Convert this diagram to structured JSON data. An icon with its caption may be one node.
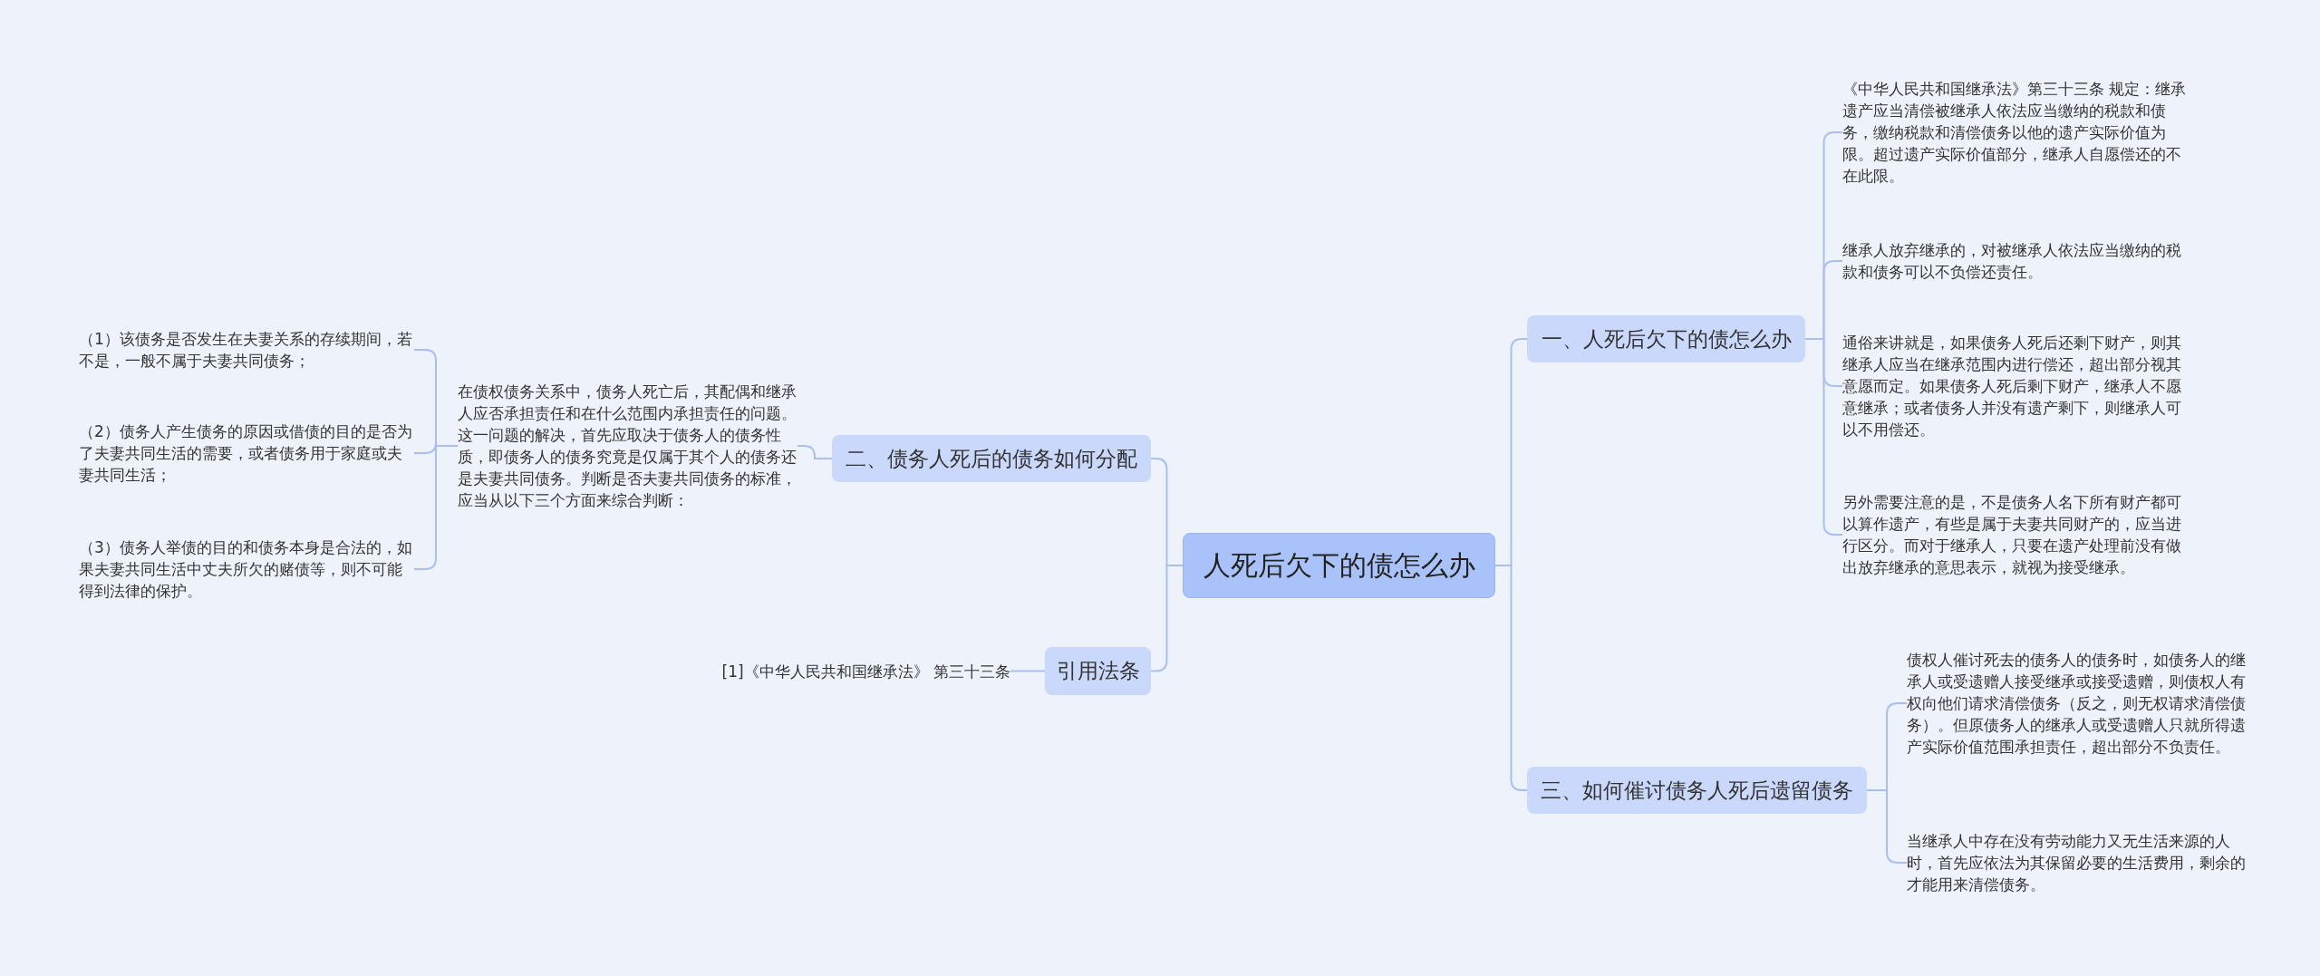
{
  "diagram": {
    "nodes": [
      {
        "text": [
          "人死后欠下的债怎么办"
        ]
      },
      {
        "text": [
          "一、人死后欠下的债怎么办"
        ]
      },
      {
        "text": [
          "《中华人民共和国继承法》第三十三条 规定：继承遗产应当清偿被继承人依法应当缴纳的税款和债务，缴纳税款和清偿债务以他的遗产实际价值为限。超过遗产实际价值部分，继承人自愿偿还的不在此限。"
        ]
      },
      {
        "text": [
          "继承人放弃继承的，对被继承人依法应当缴纳的税款和债务可以不负偿还责任。"
        ]
      },
      {
        "text": [
          "通俗来讲就是，如果债务人死后还剩下财产，则其继承人应当在继承范围内进行偿还，超出部分视其意愿而定。如果债务人死后剩下财产，继承人不愿意继承；或者债务人并没有遗产剩下，则继承人可以不用偿还。"
        ]
      },
      {
        "text": [
          "另外需要注意的是，不是债务人名下所有财产都可以算作遗产，有些是属于夫妻共同财产的，应当进行区分。而对于继承人，只要在遗产处理前没有做出放弃继承的意思表示，就视为接受继承。"
        ]
      },
      {
        "text": [
          "三、如何催讨债务人死后遗留债务"
        ]
      },
      {
        "text": [
          "债权人催讨死去的债务人的债务时，如债务人的继承人或受遗赠人接受继承或接受遗赠，则债权人有权向他们请求清偿债务（反之，则无权请求清偿债务）。但原债务人的继承人或受遗赠人只就所得遗产实际价值范围承担责任，超出部分不负责任。"
        ]
      },
      {
        "text": [
          "当继承人中存在没有劳动能力又无生活来源的人时，首先应依法为其保留必要的生活费用，剩余的才能用来清偿债务。"
        ]
      },
      {
        "text": [
          "二、债务人死后的债务如何分配"
        ]
      },
      {
        "text": [
          "在债权债务关系中，债务人死亡后，其配偶和继承人应否承担责任和在什么范围内承担责任的问题。这一问题的解决，首先应取决于债务人的债务性质，即债务人的债务究竟是仅属于其个人的债务还是夫妻共同债务。判断是否夫妻共同债务的标准，应当从以下三个方面来综合判断："
        ]
      },
      {
        "text": [
          "（1）该债务是否发生在夫妻关系的存续期间，若不是，一般不属于夫妻共同债务；"
        ]
      },
      {
        "text": [
          "（2）债务人产生债务的原因或借债的目的是否为了夫妻共同生活的需要，或者债务用于家庭或夫妻共同生活；"
        ]
      },
      {
        "text": [
          "（3）债务人举债的目的和债务本身是合法的，如果夫妻共同生活中丈夫所欠的赌债等，则不可能得到法律的保护。"
        ]
      },
      {
        "text": [
          "引用法条"
        ]
      },
      {
        "text": [
          "[1]《中华人民共和国继承法》 第三十三条"
        ]
      }
    ],
    "edges": [
      {
        "from": 0,
        "to": 1,
        "arrow": "none"
      },
      {
        "from": 1,
        "to": 2,
        "arrow": "none"
      },
      {
        "from": 1,
        "to": 3,
        "arrow": "none"
      },
      {
        "from": 1,
        "to": 4,
        "arrow": "none"
      },
      {
        "from": 1,
        "to": 5,
        "arrow": "none"
      },
      {
        "from": 0,
        "to": 6,
        "arrow": "none"
      },
      {
        "from": 6,
        "to": 7,
        "arrow": "none"
      },
      {
        "from": 6,
        "to": 8,
        "arrow": "none"
      },
      {
        "from": 0,
        "to": 9,
        "arrow": "none"
      },
      {
        "from": 9,
        "to": 10,
        "arrow": "none"
      },
      {
        "from": 10,
        "to": 11,
        "arrow": "none"
      },
      {
        "from": 10,
        "to": 12,
        "arrow": "none"
      },
      {
        "from": 10,
        "to": 13,
        "arrow": "none"
      },
      {
        "from": 0,
        "to": 14,
        "arrow": "none"
      },
      {
        "from": 14,
        "to": 15,
        "arrow": "none"
      }
    ]
  }
}
